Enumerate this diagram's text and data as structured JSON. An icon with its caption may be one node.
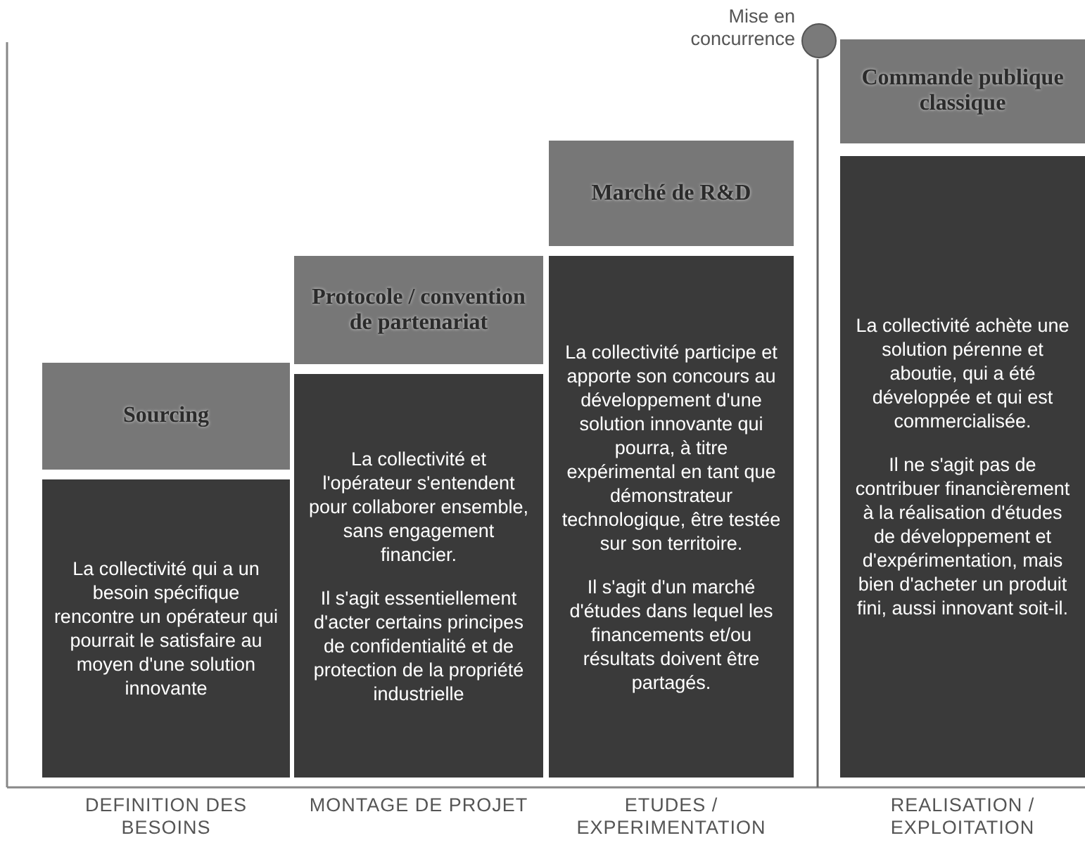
{
  "diagram": {
    "nodes": [
      {
        "text": [],
        "shape": "circle",
        "beside": [
          "Mise en concurrence"
        ]
      },
      {
        "text": [
          "Sourcing"
        ]
      },
      {
        "text": [
          "La collectivité qui a un besoin spécifique rencontre un opérateur qui pourrait le satisfaire au moyen d'une solution innovante"
        ]
      },
      {
        "text": [
          "Protocole / convention de partenariat"
        ]
      },
      {
        "text": [
          "La collectivité et l'opérateur s'entendent pour collaborer ensemble, sans engagement financier.",
          "Il s'agit essentiellement d'acter certains principes de confidentialité et de protection de la propriété industrielle"
        ]
      },
      {
        "text": [
          "Marché de R&D"
        ]
      },
      {
        "text": [
          "La collectivité participe et apporte son concours au développement d'une solution innovante qui pourra, à titre expérimental en tant que démonstrateur technologique, être testée sur son territoire.",
          "Il s'agit d'un marché d'études dans lequel les financements et/ou résultats doivent être partagés."
        ]
      },
      {
        "text": [
          "Commande publique classique"
        ]
      },
      {
        "text": [
          "La collectivité achète une solution pérenne et aboutie, qui a été développée et qui est commercialisée.",
          "Il ne s'agit pas de contribuer financièrement à la réalisation d'études de développement et d'expérimentation, mais bien d'acheter un produit fini, aussi innovant soit-il."
        ]
      }
    ],
    "edges": [],
    "labels": [
      "DEFINITION DES BESOINS",
      "MONTAGE DE PROJET",
      "ETUDES / EXPERIMENTATION",
      "REALISATION / EXPLOITATION"
    ]
  }
}
